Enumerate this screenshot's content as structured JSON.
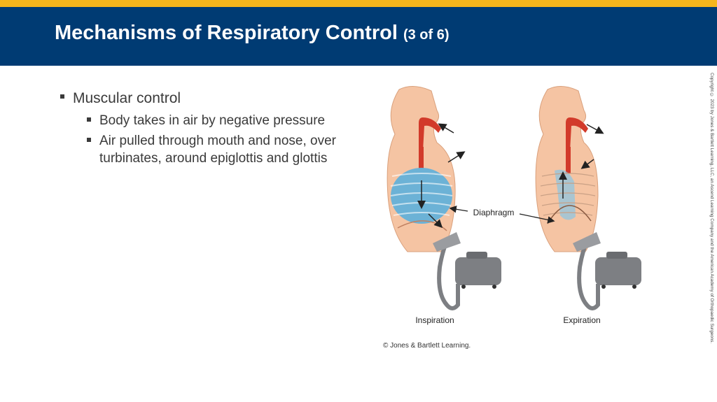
{
  "slide": {
    "title": "Mechanisms of Respiratory Control",
    "title_suffix": "(3 of 6)",
    "bullets": {
      "level1": "Muscular control",
      "level2": [
        "Body takes in air by negative pressure",
        "Air pulled through mouth and nose, over turbinates, around epiglottis and glottis"
      ]
    }
  },
  "figure": {
    "label_diaphragm": "Diaphragm",
    "label_inspiration": "Inspiration",
    "label_expiration": "Expiration",
    "credit": "© Jones & Bartlett Learning."
  },
  "side_copyright": "Copyright © 2023 by Jones & Bartlett Learning, LLC, an Ascend Learning Company and the American Academy of Orthopaedic Surgeons.",
  "colors": {
    "header_bg": "#003b73",
    "accent_stripe": "#f5b51c",
    "skin": "#f5c4a3",
    "airway": "#d23a2a",
    "lung": "#6cb2d6",
    "device": "#7d7f83"
  }
}
